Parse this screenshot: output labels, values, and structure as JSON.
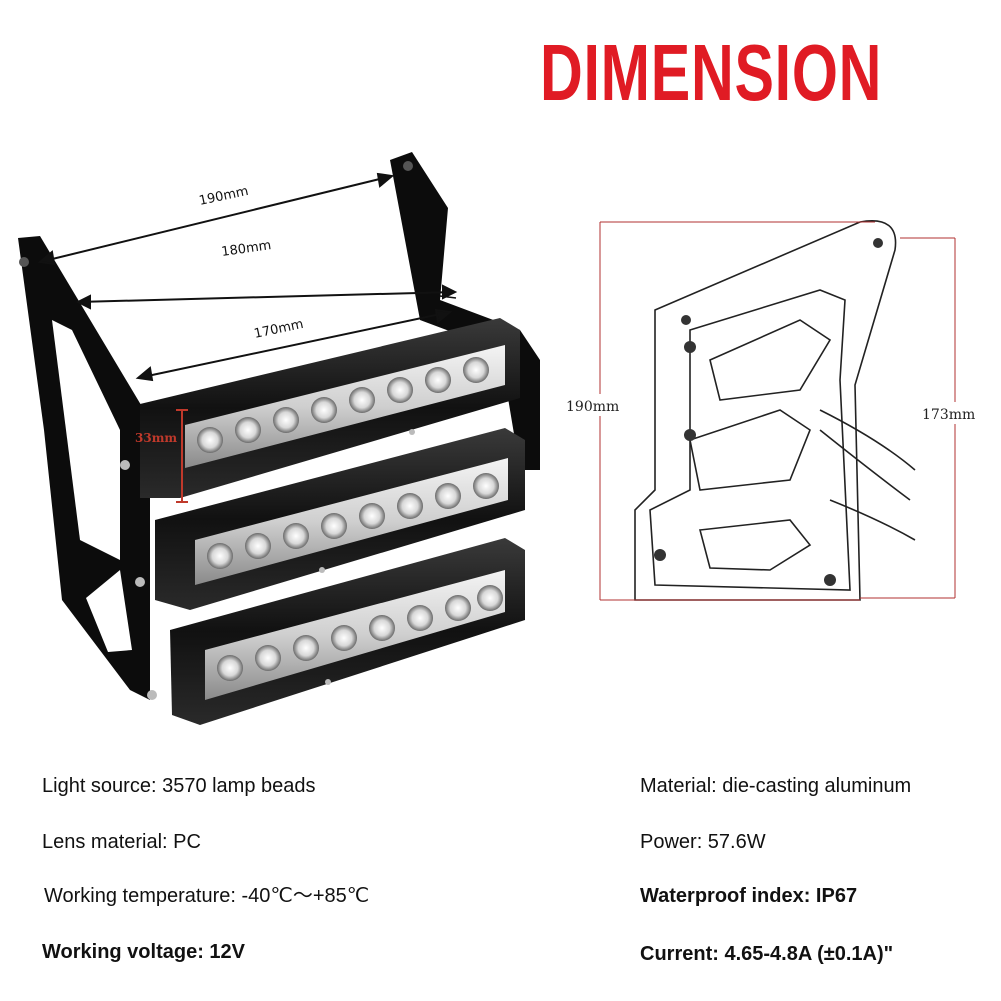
{
  "title": "DIMENSION",
  "left_figure": {
    "dim_190": "190mm",
    "dim_180": "180mm",
    "dim_170": "170mm",
    "dim_33": "33mm"
  },
  "right_figure": {
    "dim_190": "190mm",
    "dim_173": "173mm"
  },
  "specs_left": [
    "Light source: 3570 lamp beads",
    "Lens material: PC",
    "Working temperature: -40℃～+85℃",
    "Working voltage: 12V"
  ],
  "specs_right": [
    "Material: die-casting aluminum",
    "Power: 57.6W",
    "Waterproof index: IP67",
    "Current: 4.65-4.8A (±0.1A)\""
  ],
  "colors": {
    "title": "#e01b24",
    "dimension_line": "#b03030"
  }
}
